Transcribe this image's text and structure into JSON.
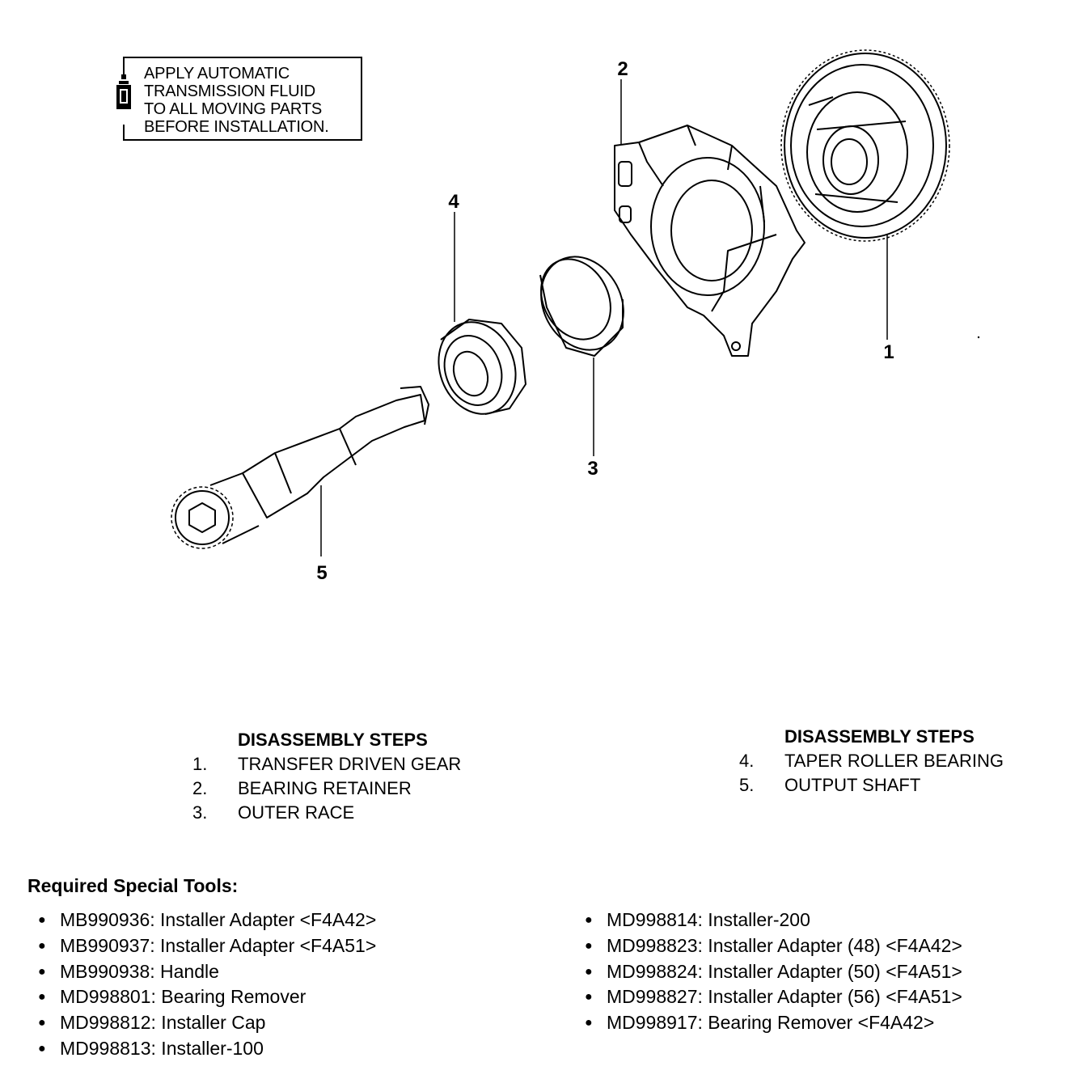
{
  "note": {
    "lines": [
      "APPLY AUTOMATIC",
      "TRANSMISSION FLUID",
      "TO ALL MOVING PARTS",
      "BEFORE INSTALLATION."
    ],
    "icon": "fluid-bottle-icon"
  },
  "callouts": [
    "1",
    "2",
    "3",
    "4",
    "5"
  ],
  "steps_left": {
    "heading": "DISASSEMBLY STEPS",
    "items": [
      {
        "num": "1.",
        "label": "TRANSFER DRIVEN GEAR"
      },
      {
        "num": "2.",
        "label": "BEARING RETAINER"
      },
      {
        "num": "3.",
        "label": "OUTER RACE"
      }
    ]
  },
  "steps_right": {
    "heading": "DISASSEMBLY STEPS",
    "items": [
      {
        "num": "4.",
        "label": "TAPER ROLLER BEARING"
      },
      {
        "num": "5.",
        "label": "OUTPUT SHAFT"
      }
    ]
  },
  "tools": {
    "title": "Required Special Tools:",
    "left": [
      "MB990936: Installer Adapter <F4A42>",
      "MB990937: Installer Adapter <F4A51>",
      "MB990938: Handle",
      "MD998801: Bearing Remover",
      "MD998812: Installer Cap",
      "MD998813: Installer-100"
    ],
    "right": [
      "MD998814: Installer-200",
      "MD998823: Installer Adapter (48) <F4A42>",
      "MD998824: Installer Adapter (50) <F4A51>",
      "MD998827: Installer Adapter (56) <F4A51>",
      "MD998917: Bearing Remover <F4A42>"
    ]
  }
}
